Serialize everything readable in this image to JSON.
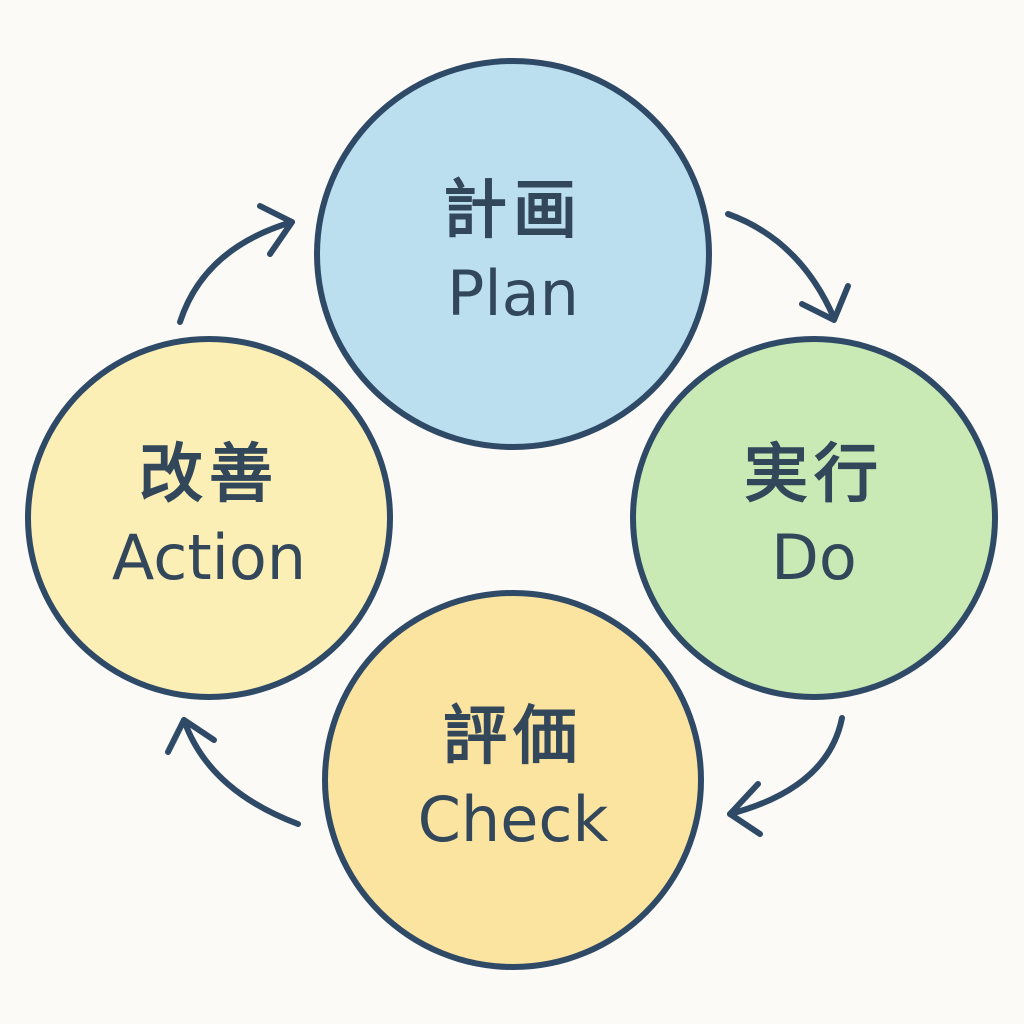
{
  "colors": {
    "background": "#fbfaf6",
    "stroke": "#2f4a66",
    "text": "#33475b",
    "plan_fill": "#bcdff0",
    "do_fill": "#c9eab4",
    "check_fill": "#fbe3a0",
    "action_fill": "#fcefb6"
  },
  "cycle": {
    "plan": {
      "jp": "計画",
      "en": "Plan"
    },
    "do": {
      "jp": "実行",
      "en": "Do"
    },
    "check": {
      "jp": "評価",
      "en": "Check"
    },
    "action": {
      "jp": "改善",
      "en": "Action"
    }
  }
}
